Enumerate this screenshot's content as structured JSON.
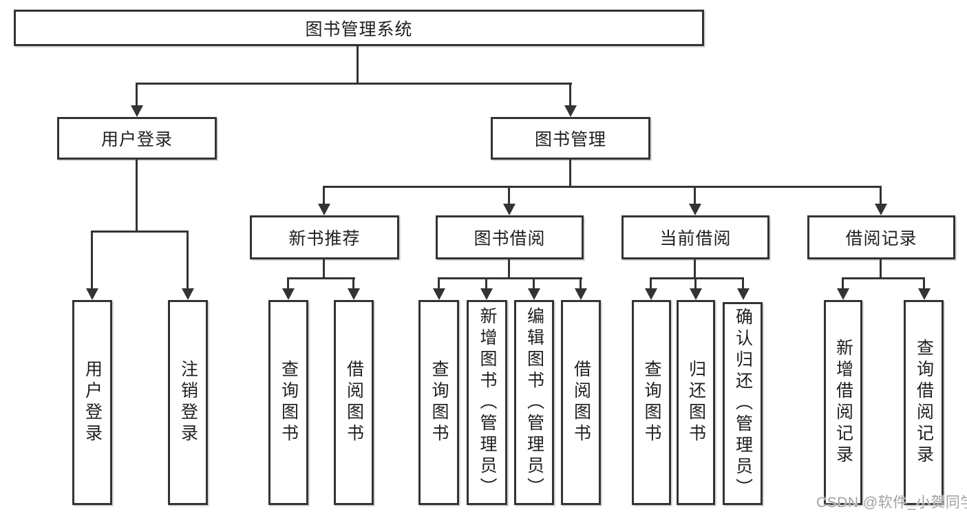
{
  "diagram": {
    "title": "图书管理系统",
    "branches": [
      {
        "label": "用户登录",
        "children": [
          {
            "label": "用户登录"
          },
          {
            "label": "注销登录"
          }
        ]
      },
      {
        "label": "图书管理",
        "children": [
          {
            "label": "新书推荐",
            "children": [
              {
                "label": "查询图书"
              },
              {
                "label": "借阅图书"
              }
            ]
          },
          {
            "label": "图书借阅",
            "children": [
              {
                "label": "查询图书"
              },
              {
                "label": "新增图书（管理员）"
              },
              {
                "label": "编辑图书（管理员）"
              },
              {
                "label": "借阅图书"
              }
            ]
          },
          {
            "label": "当前借阅",
            "children": [
              {
                "label": "查询图书"
              },
              {
                "label": "归还图书"
              },
              {
                "label": "确认归还（管理员）"
              }
            ]
          },
          {
            "label": "借阅记录",
            "children": [
              {
                "label": "新增借阅记录"
              },
              {
                "label": "查询借阅记录"
              }
            ]
          }
        ]
      }
    ]
  },
  "watermark": {
    "text": "CSDN @软件_小贺同学",
    "color": "#a0a0a0"
  },
  "colors": {
    "line": "#333333",
    "background": "#ffffff",
    "text": "#1f1f1f"
  }
}
